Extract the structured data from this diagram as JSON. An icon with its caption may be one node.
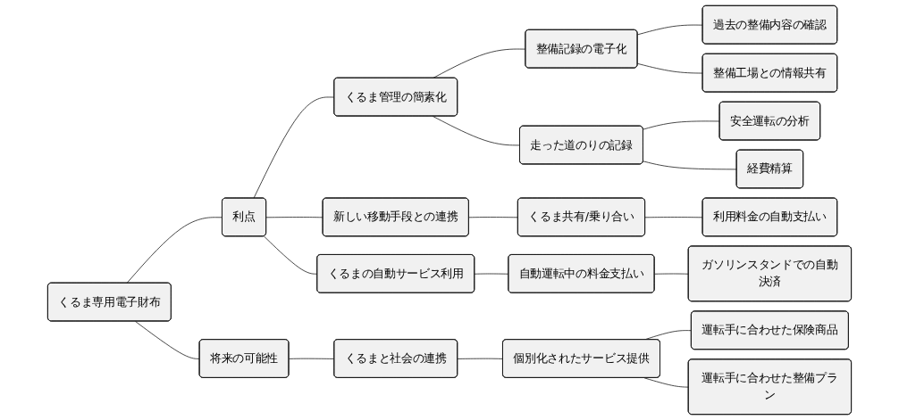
{
  "diagram": {
    "nodes": [
      {
        "text": [
          "くるま専用電子財布"
        ]
      },
      {
        "text": [
          "利点"
        ]
      },
      {
        "text": [
          "くるま管理の簡素化"
        ]
      },
      {
        "text": [
          "整備記録の電子化"
        ]
      },
      {
        "text": [
          "過去の整備内容の確認"
        ]
      },
      {
        "text": [
          "整備工場との情報共有"
        ]
      },
      {
        "text": [
          "走った道のりの記録"
        ]
      },
      {
        "text": [
          "安全運転の分析"
        ]
      },
      {
        "text": [
          "経費精算"
        ]
      },
      {
        "text": [
          "新しい移動手段との連携"
        ]
      },
      {
        "text": [
          "くるま共有/乗り合い"
        ]
      },
      {
        "text": [
          "利用料金の自動支払い"
        ]
      },
      {
        "text": [
          "くるまの自動サービス利用"
        ]
      },
      {
        "text": [
          "自動運転中の料金支払い"
        ]
      },
      {
        "text": [
          "ガソリンスタンドでの自動決済"
        ]
      },
      {
        "text": [
          "将来の可能性"
        ]
      },
      {
        "text": [
          "くるまと社会の連携"
        ]
      },
      {
        "text": [
          "個別化されたサービス提供"
        ]
      },
      {
        "text": [
          "運転手に合わせた保険商品"
        ]
      },
      {
        "text": [
          "運転手に合わせた整備プラン"
        ]
      }
    ],
    "edges": [
      {
        "from": 0,
        "to": 1,
        "arrow": "none"
      },
      {
        "from": 1,
        "to": 2,
        "arrow": "none"
      },
      {
        "from": 2,
        "to": 3,
        "arrow": "none"
      },
      {
        "from": 3,
        "to": 4,
        "arrow": "none"
      },
      {
        "from": 3,
        "to": 5,
        "arrow": "none"
      },
      {
        "from": 2,
        "to": 6,
        "arrow": "none"
      },
      {
        "from": 6,
        "to": 7,
        "arrow": "none"
      },
      {
        "from": 6,
        "to": 8,
        "arrow": "none"
      },
      {
        "from": 1,
        "to": 9,
        "arrow": "none"
      },
      {
        "from": 9,
        "to": 10,
        "arrow": "none"
      },
      {
        "from": 10,
        "to": 11,
        "arrow": "none"
      },
      {
        "from": 1,
        "to": 12,
        "arrow": "none"
      },
      {
        "from": 12,
        "to": 13,
        "arrow": "none"
      },
      {
        "from": 13,
        "to": 14,
        "arrow": "none"
      },
      {
        "from": 0,
        "to": 15,
        "arrow": "none"
      },
      {
        "from": 15,
        "to": 16,
        "arrow": "none"
      },
      {
        "from": 16,
        "to": 17,
        "arrow": "none"
      },
      {
        "from": 17,
        "to": 18,
        "arrow": "none"
      },
      {
        "from": 17,
        "to": 19,
        "arrow": "none"
      }
    ]
  }
}
